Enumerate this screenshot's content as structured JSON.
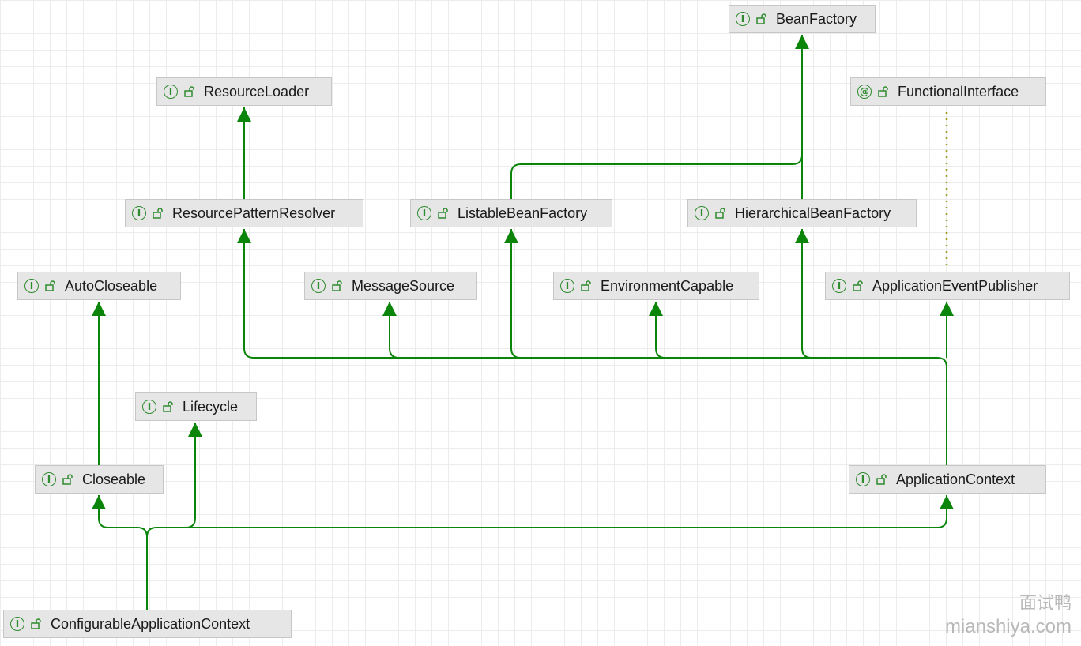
{
  "colors": {
    "edge": "#0a850a",
    "dashed": "#a09a1e",
    "box": "#e6e6e6",
    "icon": "#2e8b2e"
  },
  "icons": {
    "interface": "I",
    "annotation": "@",
    "visibility": "open-lock-icon"
  },
  "nodes": {
    "bean_factory": {
      "name": "BeanFactory",
      "kind": "I"
    },
    "resource_loader": {
      "name": "ResourceLoader",
      "kind": "I"
    },
    "functional_interface": {
      "name": "FunctionalInterface",
      "kind": "@"
    },
    "resource_pattern_resolver": {
      "name": "ResourcePatternResolver",
      "kind": "I"
    },
    "listable_bean_factory": {
      "name": "ListableBeanFactory",
      "kind": "I"
    },
    "hierarchical_bean_factory": {
      "name": "HierarchicalBeanFactory",
      "kind": "I"
    },
    "auto_closeable": {
      "name": "AutoCloseable",
      "kind": "I"
    },
    "message_source": {
      "name": "MessageSource",
      "kind": "I"
    },
    "environment_capable": {
      "name": "EnvironmentCapable",
      "kind": "I"
    },
    "application_event_publisher": {
      "name": "ApplicationEventPublisher",
      "kind": "I"
    },
    "lifecycle": {
      "name": "Lifecycle",
      "kind": "I"
    },
    "closeable": {
      "name": "Closeable",
      "kind": "I"
    },
    "application_context": {
      "name": "ApplicationContext",
      "kind": "I"
    },
    "configurable_application_context": {
      "name": "ConfigurableApplicationContext",
      "kind": "I"
    }
  },
  "edges": [
    {
      "from": "resource_pattern_resolver",
      "to": "resource_loader",
      "style": "solid"
    },
    {
      "from": "listable_bean_factory",
      "to": "bean_factory",
      "style": "solid"
    },
    {
      "from": "hierarchical_bean_factory",
      "to": "bean_factory",
      "style": "solid"
    },
    {
      "from": "application_event_publisher",
      "to": "functional_interface",
      "style": "dotted"
    },
    {
      "from": "application_context",
      "to": "resource_pattern_resolver",
      "style": "solid"
    },
    {
      "from": "application_context",
      "to": "message_source",
      "style": "solid"
    },
    {
      "from": "application_context",
      "to": "listable_bean_factory",
      "style": "solid"
    },
    {
      "from": "application_context",
      "to": "environment_capable",
      "style": "solid"
    },
    {
      "from": "application_context",
      "to": "hierarchical_bean_factory",
      "style": "solid"
    },
    {
      "from": "application_context",
      "to": "application_event_publisher",
      "style": "solid"
    },
    {
      "from": "closeable",
      "to": "auto_closeable",
      "style": "solid"
    },
    {
      "from": "configurable_application_context",
      "to": "closeable",
      "style": "solid"
    },
    {
      "from": "configurable_application_context",
      "to": "lifecycle",
      "style": "solid"
    },
    {
      "from": "configurable_application_context",
      "to": "application_context",
      "style": "solid"
    }
  ],
  "watermark": {
    "cn": "面试鸭",
    "en": "mianshiya.com"
  }
}
